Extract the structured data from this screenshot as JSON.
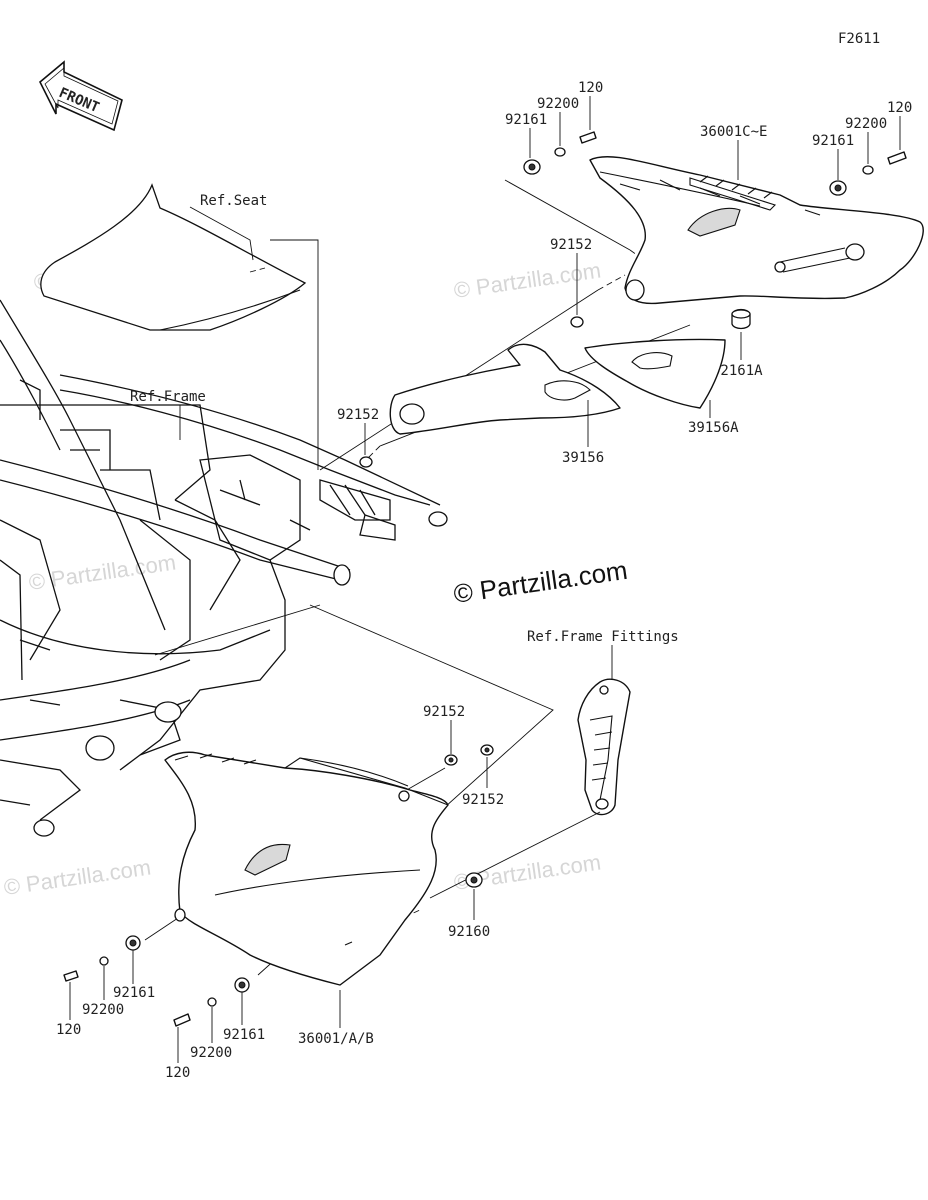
{
  "diagram_code": "F2611",
  "front_label": "FRONT",
  "refs": {
    "seat": "Ref.Seat",
    "frame": "Ref.Frame",
    "frame_fittings": "Ref.Frame Fittings"
  },
  "watermark": {
    "center": "© Partzilla.com",
    "faint": "© Partzilla.com"
  },
  "part_numbers": {
    "bolt_top_left": "120",
    "washer_top_left": "92200",
    "collar_top_left": "92161",
    "cover_upper": "36001C~E",
    "collar_top_right": "92161",
    "washer_top_right": "92200",
    "bolt_top_right": "120",
    "grommet_upper_mid": "92152",
    "damper_upper": "92161A",
    "grommet_frame": "92152",
    "pad_mid": "39156",
    "pad_right": "39156A",
    "grommet_lower_a": "92152",
    "grommet_lower_b": "92152",
    "grommet_lower_right": "92160",
    "collar_lower_left": "92161",
    "washer_lower_left": "92200",
    "bolt_lower_left": "120",
    "washer_lower_mid": "92200",
    "collar_lower_mid": "92161",
    "bolt_lower_mid": "120",
    "cover_lower": "36001/A/B"
  }
}
